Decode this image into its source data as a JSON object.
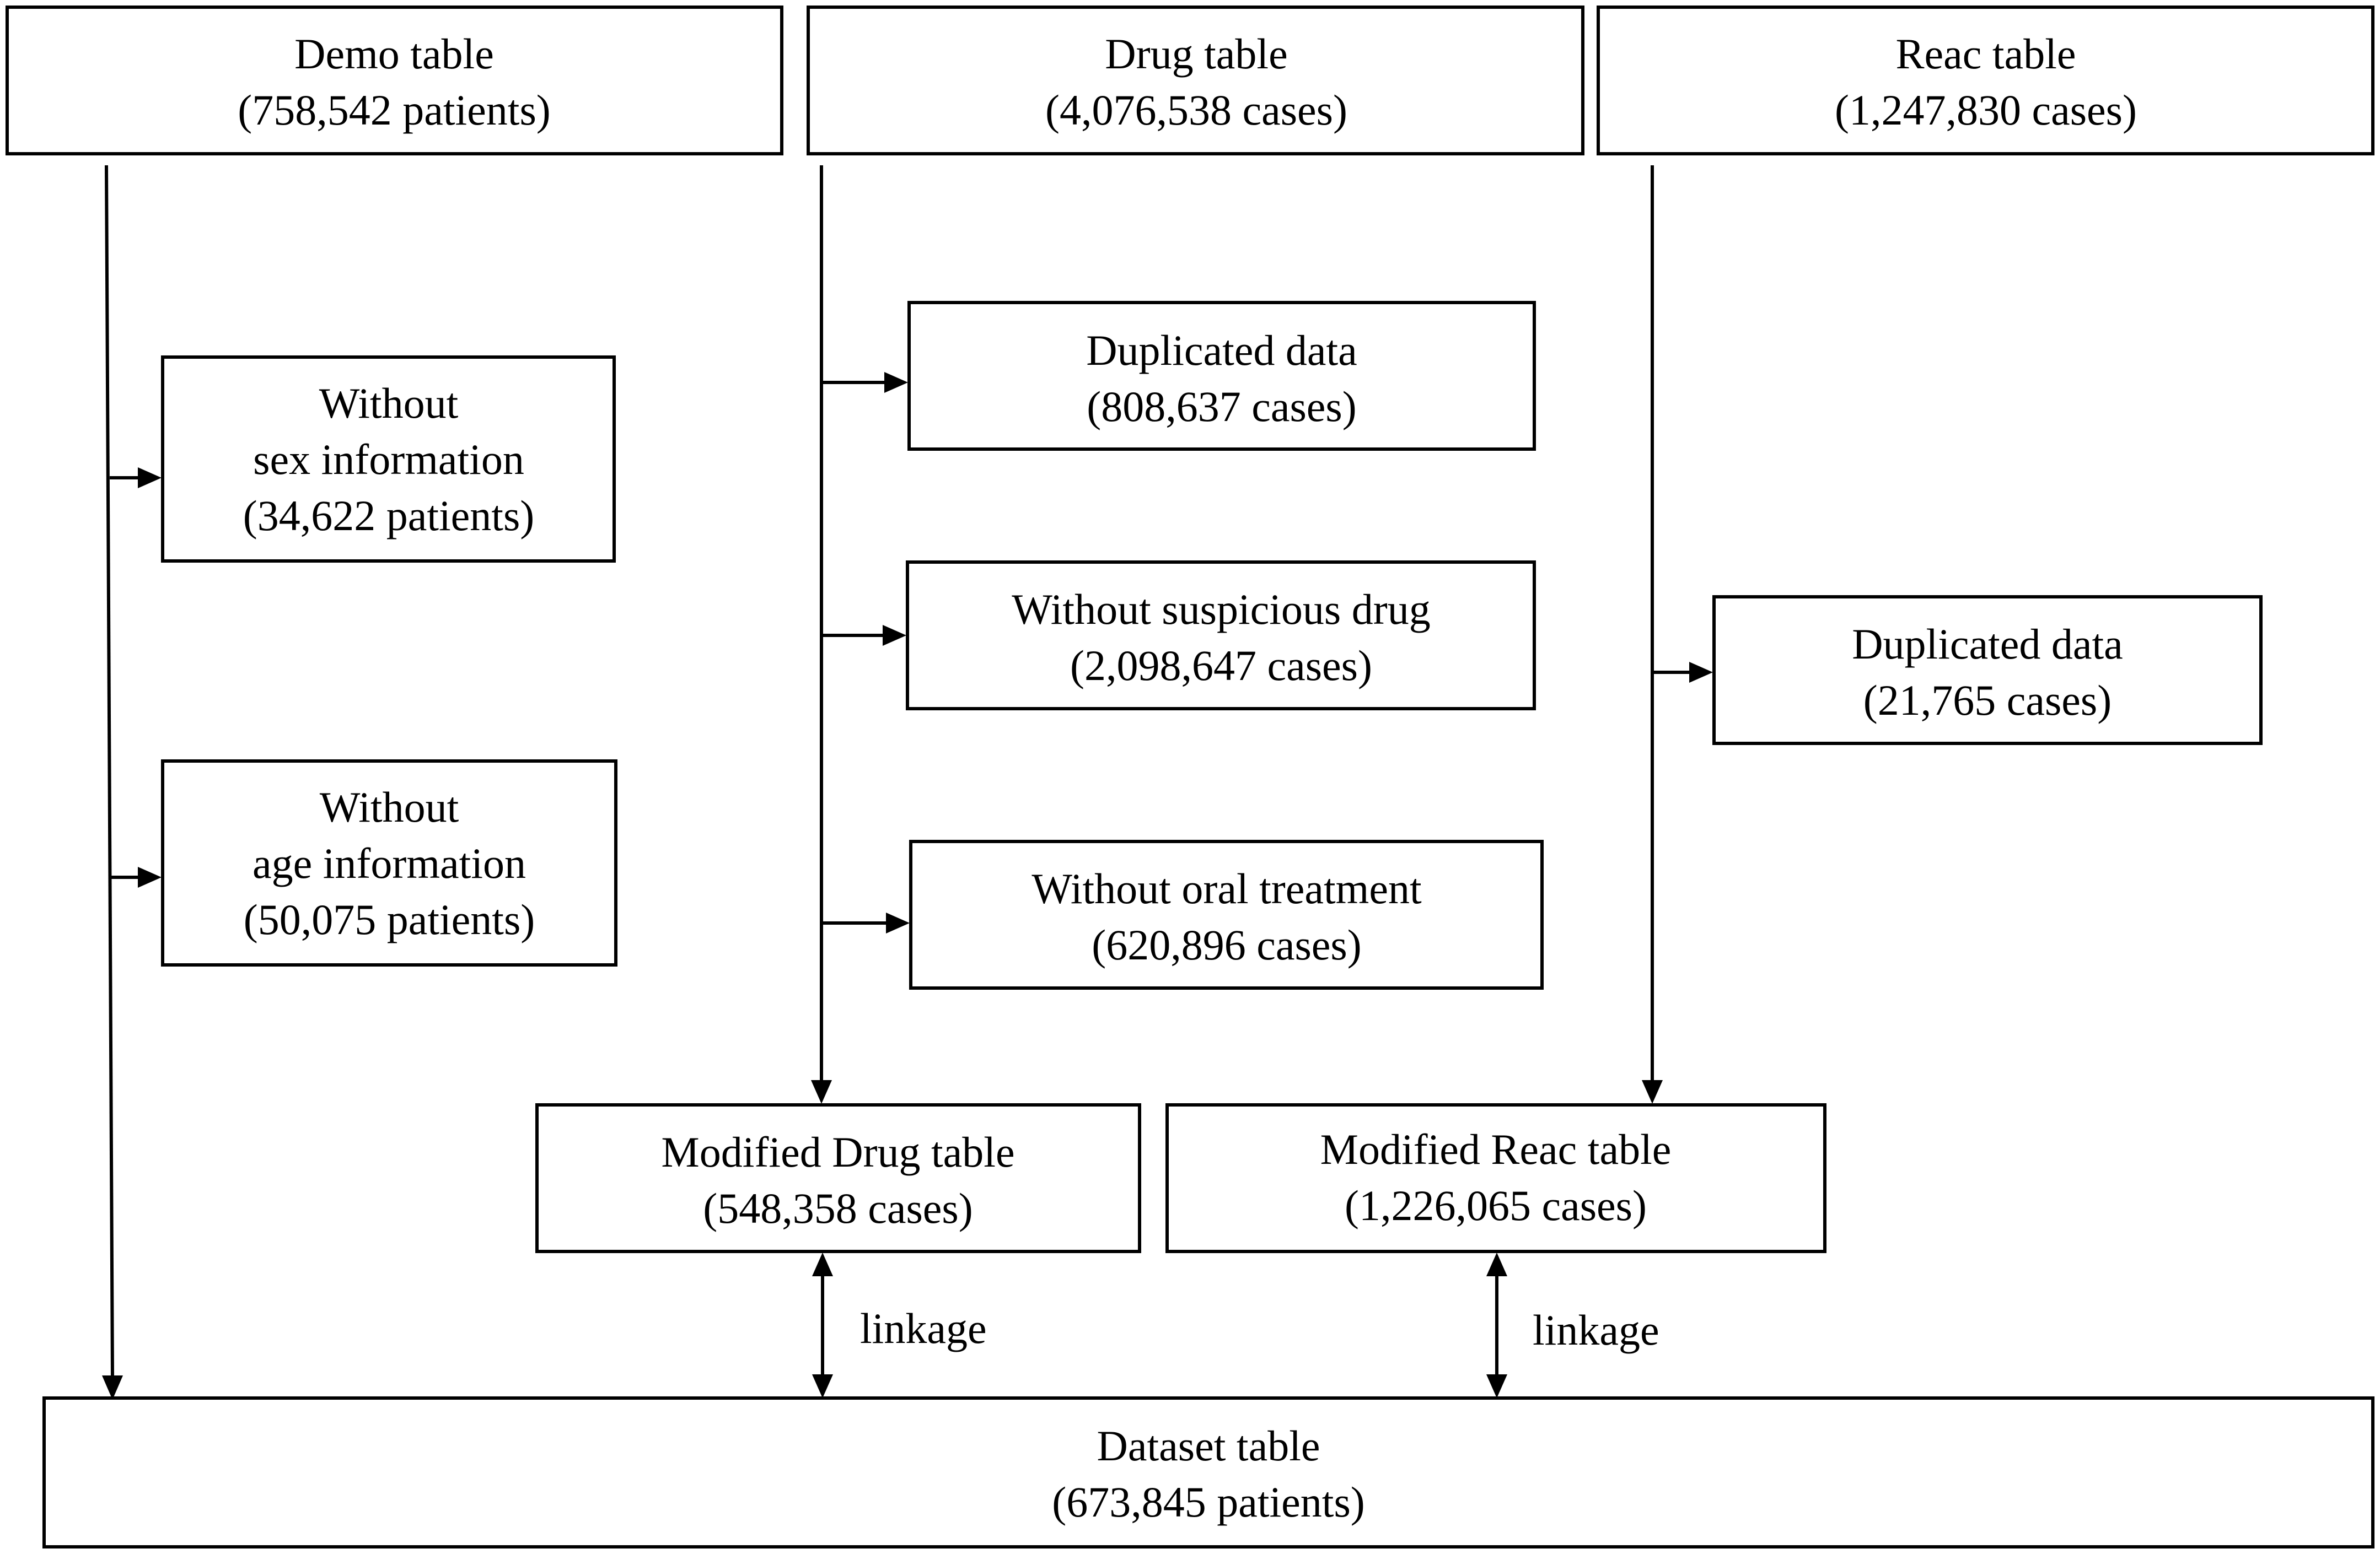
{
  "nodes": {
    "demo": {
      "lines": [
        "Demo table",
        "(758,542 patients)"
      ]
    },
    "drug": {
      "lines": [
        "Drug table",
        "(4,076,538 cases)"
      ]
    },
    "reac": {
      "lines": [
        "Reac table",
        "(1,247,830 cases)"
      ]
    },
    "no_sex": {
      "lines": [
        "Without",
        "sex information",
        "(34,622 patients)"
      ]
    },
    "no_age": {
      "lines": [
        "Without",
        "age information",
        "(50,075 patients)"
      ]
    },
    "drug_dup": {
      "lines": [
        "Duplicated data",
        "(808,637 cases)"
      ]
    },
    "no_suspicious": {
      "lines": [
        "Without suspicious drug",
        "(2,098,647 cases)"
      ]
    },
    "no_oral": {
      "lines": [
        "Without oral treatment",
        "(620,896 cases)"
      ]
    },
    "reac_dup": {
      "lines": [
        "Duplicated data",
        "(21,765 cases)"
      ]
    },
    "mod_drug": {
      "lines": [
        "Modified Drug table",
        "(548,358 cases)"
      ]
    },
    "mod_reac": {
      "lines": [
        "Modified Reac table",
        "(1,226,065 cases)"
      ]
    },
    "dataset": {
      "lines": [
        "Dataset table",
        "(673,845 patients)"
      ]
    }
  },
  "edges": {
    "drug_linkage": {
      "label": "linkage"
    },
    "reac_linkage": {
      "label": "linkage"
    }
  }
}
